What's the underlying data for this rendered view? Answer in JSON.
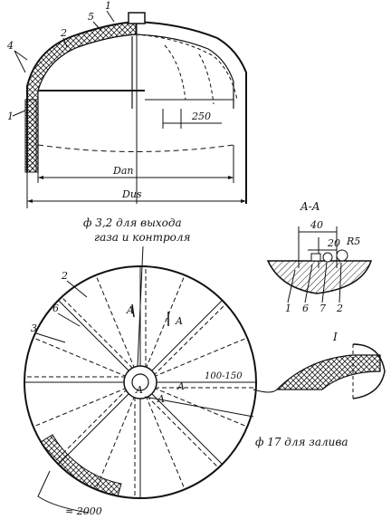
{
  "labels": {
    "callout_1_top": "1",
    "callout_5": "5",
    "callout_2_top": "2",
    "callout_4": "4",
    "callout_1_left": "1",
    "dim_250": "250",
    "dim_dan": "Dan",
    "dim_dus": "Dus",
    "section_aa_title": "A-A",
    "dim_40": "40",
    "dim_20": "20",
    "dim_r5": "R5",
    "sec_num_1": "1",
    "sec_num_6": "6",
    "sec_num_7": "7",
    "sec_num_2": "2",
    "detail_1": "I",
    "note_gas_line1": "ф 3,2  для выхода",
    "note_gas_line2": "газа и контроля",
    "plan_2": "2",
    "plan_6": "6",
    "plan_3": "3",
    "plan_a1": "A",
    "plan_a2": "A",
    "plan_a3": "A",
    "plan_a4": "A",
    "plan_a5": "A",
    "dim_100_150": "100-150",
    "note_fill": "ф 17  для залива",
    "dim_2000": "≈ 2000"
  }
}
